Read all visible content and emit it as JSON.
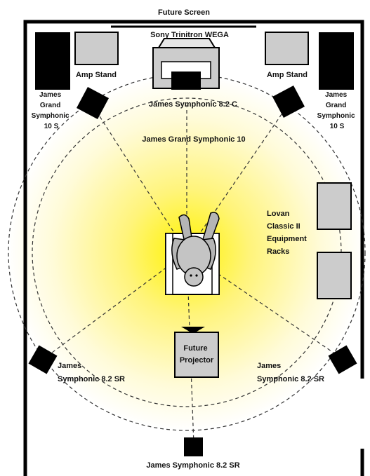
{
  "labels": {
    "future_screen": "Future Screen",
    "tv": "Sony Trinitron WEGA",
    "amp_stand_left": "Amp Stand",
    "amp_stand_right": "Amp Stand",
    "sub_left": [
      "James",
      "Grand",
      "Symphonic",
      "10 S"
    ],
    "sub_right": [
      "James",
      "Grand",
      "Symphonic",
      "10 S"
    ],
    "center_speaker": "James Symphonic 8.2 C",
    "front_speakers": "James Grand Symphonic 10",
    "racks": [
      "Lovan",
      "Classic II",
      "Equipment",
      "Racks"
    ],
    "projector": [
      "Future",
      "Projector"
    ],
    "surround_left": [
      "James",
      "Symphonic 8.2 SR"
    ],
    "surround_right": [
      "James",
      "Symphonic 8.2 SR"
    ],
    "rear_speaker": "James Symphonic 8.2 SR"
  },
  "colors": {
    "light_center": "#fff200",
    "light_edge": "#ffffff",
    "equipment_fill": "#cccccc",
    "speaker_fill": "#000000"
  }
}
